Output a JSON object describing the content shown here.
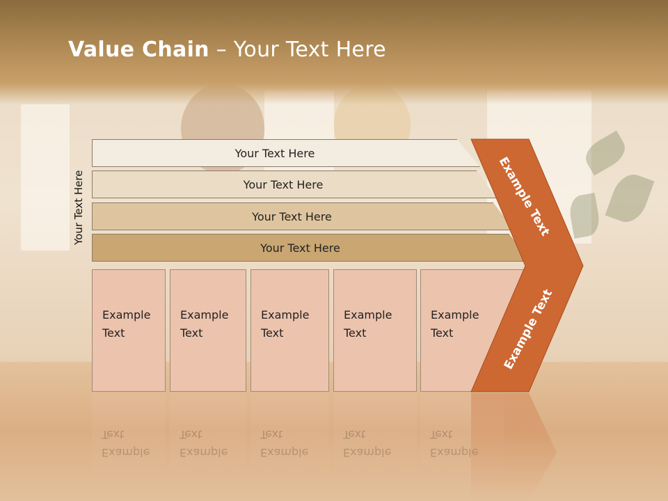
{
  "title": {
    "bold": "Value Chain",
    "rest": " – Your Text Here"
  },
  "side_label": "Your Text Here",
  "rows": [
    {
      "label": "Your Text Here",
      "color": "#f3ece0"
    },
    {
      "label": "Your Text Here",
      "color": "#ebdcc6"
    },
    {
      "label": "Your Text Here",
      "color": "#dfc59f"
    },
    {
      "label": "Your Text Here",
      "color": "#c9a672"
    }
  ],
  "boxes": [
    {
      "line1": "Example",
      "line2": "Text"
    },
    {
      "line1": "Example",
      "line2": "Text"
    },
    {
      "line1": "Example",
      "line2": "Text"
    },
    {
      "line1": "Example",
      "line2": "Text"
    },
    {
      "line1": "Example",
      "line2": "Text"
    }
  ],
  "chevron": {
    "upper": "Example Text",
    "lower": "Example Text",
    "color": "#cd6833"
  }
}
